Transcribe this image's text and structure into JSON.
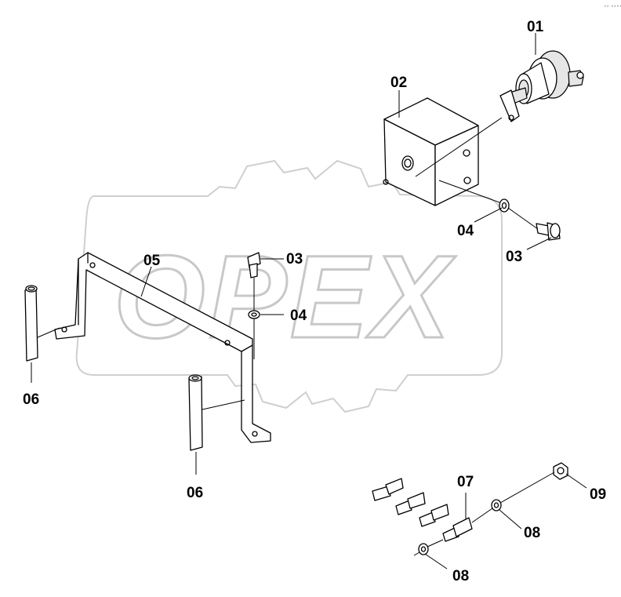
{
  "watermark": {
    "text": "OPEX"
  },
  "corner_mark": "•• ••••",
  "callouts": {
    "c01": "01",
    "c02": "02",
    "c03a": "03",
    "c03b": "03",
    "c04a": "04",
    "c04b": "04",
    "c05": "05",
    "c06a": "06",
    "c06b": "06",
    "c07": "07",
    "c08a": "08",
    "c08b": "08",
    "c09": "09"
  }
}
